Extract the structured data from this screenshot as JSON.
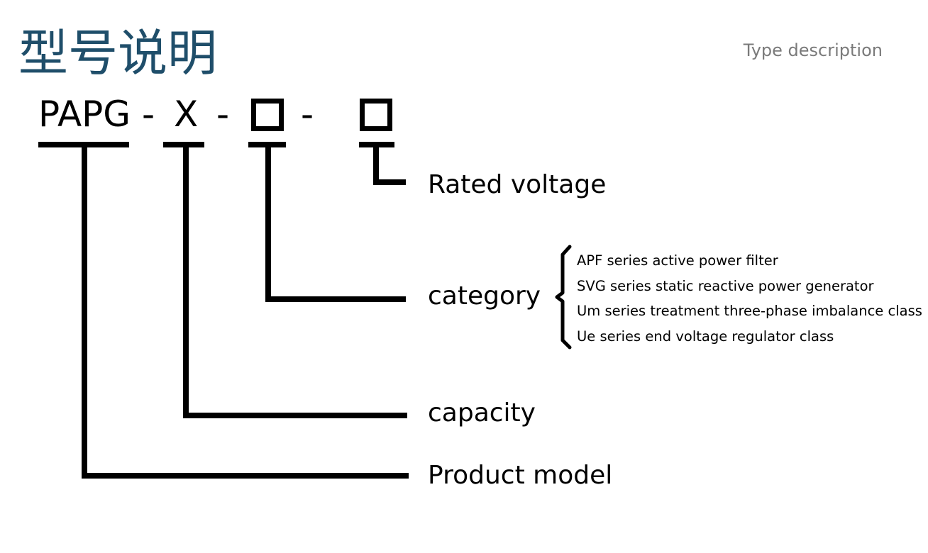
{
  "header": {
    "title": "型号说明",
    "subtitle": "Type description"
  },
  "model_code": {
    "prefix": "PAPG",
    "capacity_code": "X",
    "separator": "-"
  },
  "labels": {
    "rated_voltage": "Rated voltage",
    "category": "category",
    "capacity": "capacity",
    "product_model": "Product model"
  },
  "category_options": [
    "APF series active power filter",
    "SVG series static reactive power generator",
    "Um series treatment three-phase imbalance class",
    "Ue series end voltage regulator class"
  ],
  "colors": {
    "title": "#1f4e6a",
    "subtitle": "#7a7a7a",
    "lines": "#000000"
  }
}
